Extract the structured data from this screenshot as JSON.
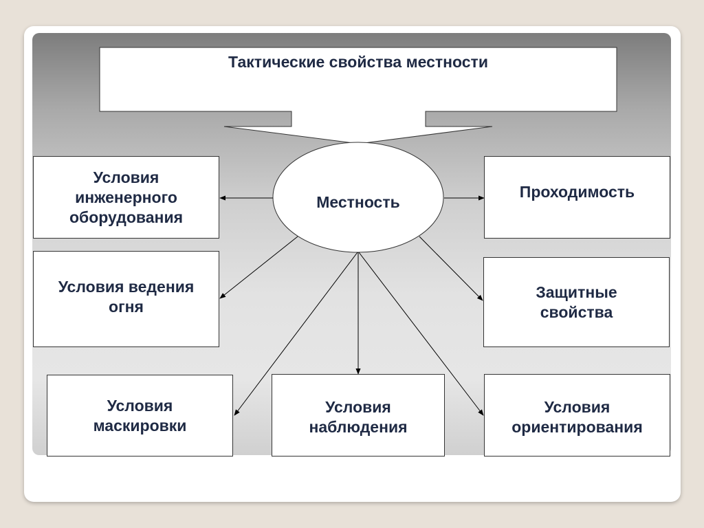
{
  "diagram": {
    "title": "Тактические свойства местности",
    "center": "Местность",
    "nodes": {
      "engineering": "Условия инженерного оборудования",
      "passability": "Проходимость",
      "fire": "Условия ведения огня",
      "protective": "Защитные свойства",
      "camouflage": "Условия маскировки",
      "observation": "Условия наблюдения",
      "orientation": "Условия ориентирования"
    }
  }
}
